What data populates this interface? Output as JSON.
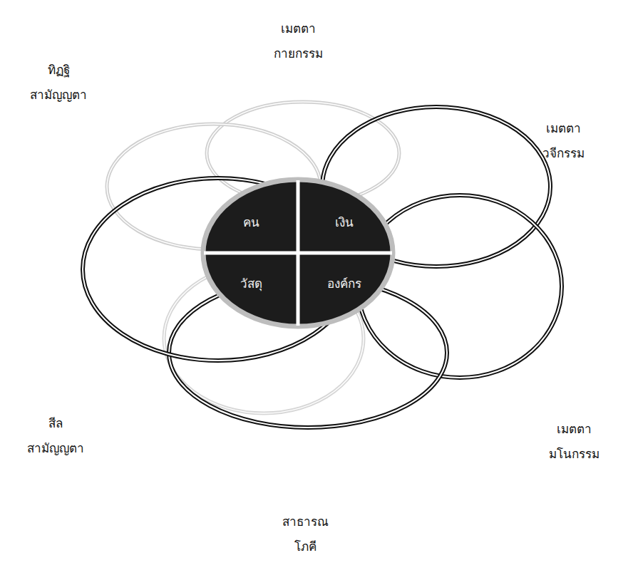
{
  "diagram": {
    "nodes": [
      {
        "text": [
          "เมตตา กายกรรม"
        ]
      },
      {
        "text": [
          "ทิฏฐิ สามัญญตา"
        ]
      },
      {
        "text": [
          "เมตตา วจีกรรม"
        ]
      },
      {
        "text": [
          "สีล สามัญญตา"
        ]
      },
      {
        "text": [
          "เมตตา มโนกรรม"
        ]
      },
      {
        "text": [
          "สาธารณ โภคี"
        ]
      },
      {
        "text": [
          "คน"
        ]
      },
      {
        "text": [
          "เงิน"
        ]
      },
      {
        "text": [
          "วัสดุ"
        ]
      },
      {
        "text": [
          "องค์กร"
        ]
      }
    ]
  }
}
